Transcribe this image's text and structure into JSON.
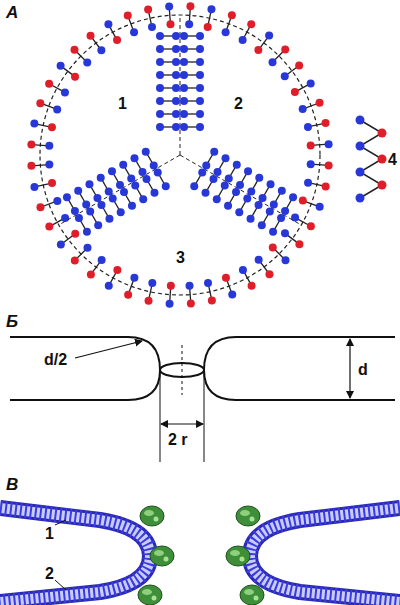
{
  "diagram": {
    "labels": [
      "А",
      "1",
      "2",
      "3",
      "4",
      "Б",
      "d/2",
      "d",
      "2 r",
      "В",
      "1",
      "2"
    ]
  }
}
